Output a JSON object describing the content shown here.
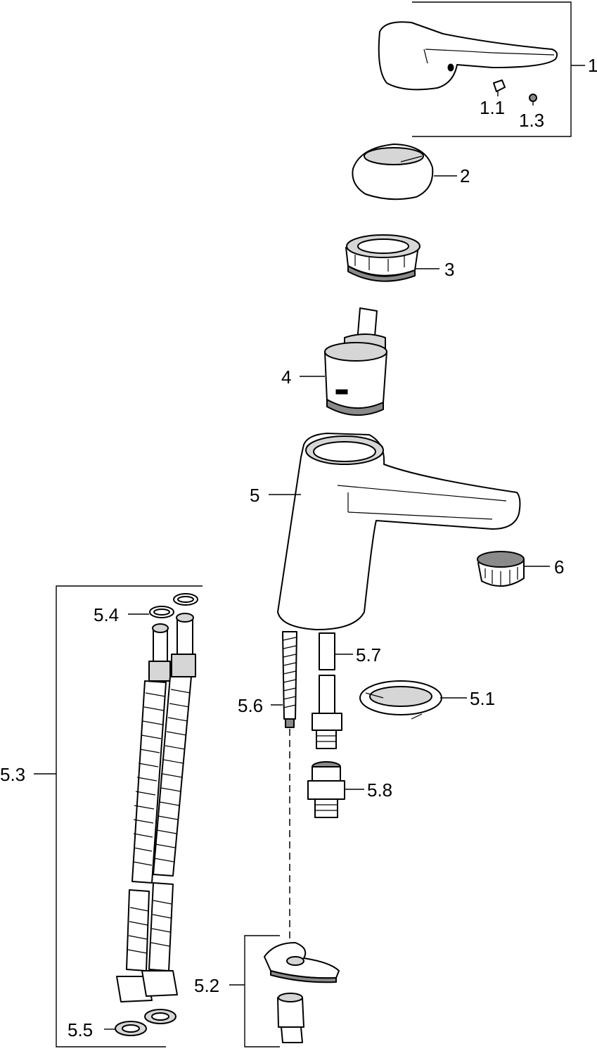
{
  "labels": {
    "p1": "1",
    "p1_1": "1.1",
    "p1_3": "1.3",
    "p2": "2",
    "p3": "3",
    "p4": "4",
    "p5": "5",
    "p6": "6",
    "p5_1": "5.1",
    "p5_2": "5.2",
    "p5_3": "5.3",
    "p5_4": "5.4",
    "p5_5": "5.5",
    "p5_6": "5.6",
    "p5_7": "5.7",
    "p5_8": "5.8"
  },
  "colors": {
    "line": "#000000",
    "part_fill": "#ffffff",
    "light_shade": "#d6d6d6",
    "dark_shade": "#8a8a8a",
    "background": "#ffffff"
  }
}
